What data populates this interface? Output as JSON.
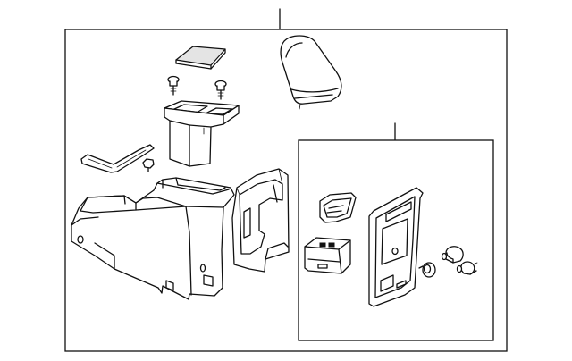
{
  "diagram": {
    "type": "exploded-parts-diagram",
    "labels": [],
    "parts": [
      "armrest-lid",
      "pad",
      "screw",
      "screw",
      "storage-bin",
      "support-bracket",
      "clip",
      "console-base",
      "rear-panel",
      "cup-holder",
      "switch-module",
      "inner-rear-panel",
      "socket",
      "bulb",
      "bulb"
    ]
  }
}
